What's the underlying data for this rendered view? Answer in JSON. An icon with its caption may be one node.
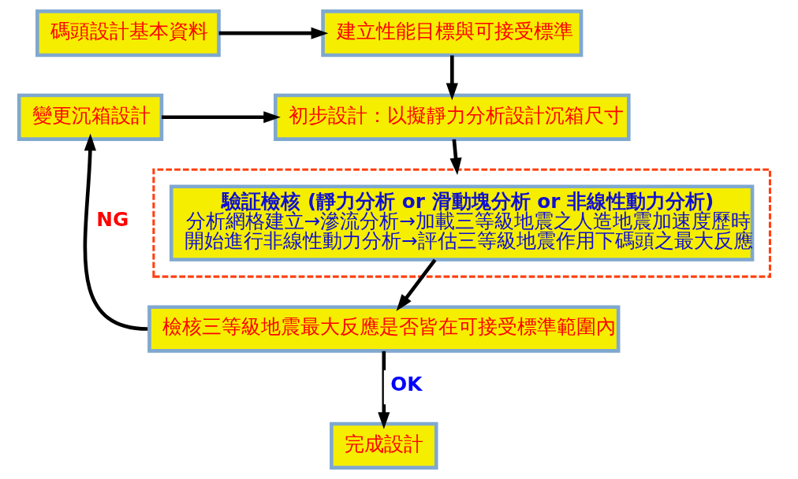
{
  "diagram": {
    "nodes": [
      {
        "text": [
          "碼頭設計基本資料"
        ]
      },
      {
        "text": [
          "建立性能目標與可接受標準"
        ]
      },
      {
        "text": [
          "變更沉箱設計"
        ]
      },
      {
        "text": [
          "初步設計：以擬靜力分析設計沉箱尺寸"
        ]
      },
      {
        "text": [],
        "shape": "box"
      },
      {
        "text": [
          "驗証檢核 (靜力分析 or 滑動塊分析 or 非線性動力分析)",
          "分析網格建立→滲流分析→加載三等級地震之人造地震加速度歷時開始進行非線性動力分析→評估三等級地震作用下碼頭之最大反應"
        ],
        "in": 4
      },
      {
        "text": [
          "檢核三等級地震最大反應是否皆在可接受標準範圍內"
        ]
      },
      {
        "text": [
          "完成設計"
        ]
      }
    ],
    "edges": [
      {
        "from": 0,
        "to": 1,
        "arrow": "to"
      },
      {
        "from": 1,
        "to": 3,
        "arrow": "to"
      },
      {
        "from": 2,
        "to": 3,
        "arrow": "to"
      },
      {
        "from": 3,
        "to": 4,
        "arrow": "to"
      },
      {
        "from": 5,
        "to": 6,
        "arrow": "to"
      },
      {
        "from": 6,
        "to": 2,
        "arrow": "to",
        "label": "NG"
      },
      {
        "from": 6,
        "to": 7,
        "arrow": "to",
        "label": "OK"
      }
    ]
  }
}
